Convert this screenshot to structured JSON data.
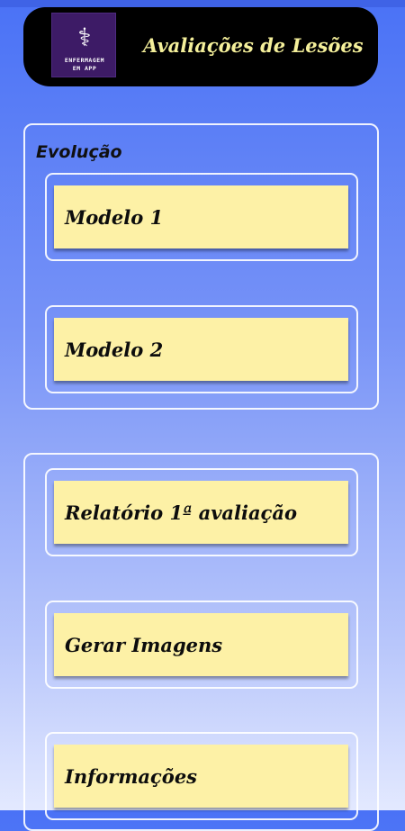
{
  "header": {
    "logo": {
      "line1": "ENFERMAGEM",
      "line2": "EM APP"
    },
    "title": "Avaliações de Lesões"
  },
  "section1": {
    "title": "Evolução",
    "buttons": [
      "Modelo 1",
      "Modelo 2"
    ]
  },
  "section2": {
    "buttons": [
      "Relatório 1ª avaliação",
      "Gerar Imagens",
      "Informações"
    ]
  },
  "colors": {
    "header_bg": "#000000",
    "title_color": "#f4ef9a",
    "button_bg": "#fdf1a6",
    "background_top": "#4a72f6",
    "background_bottom": "#e3e9ff"
  }
}
